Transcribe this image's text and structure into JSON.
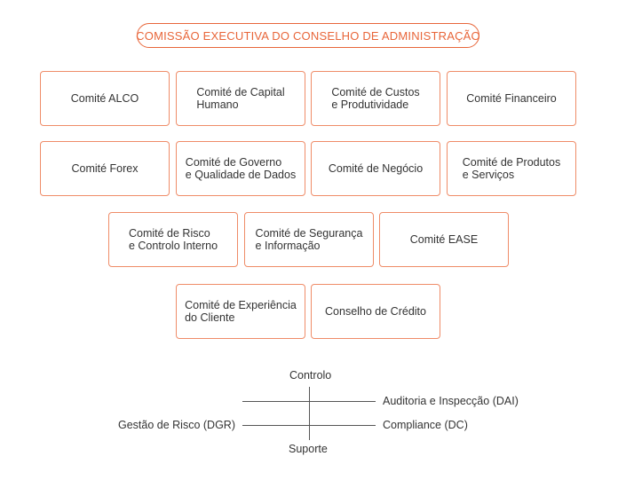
{
  "title": "COMISSÃO EXECUTIVA DO CONSELHO DE ADMINISTRAÇÃO",
  "committees": {
    "alco": "Comité ALCO",
    "capital_humano": "Comité de Capital\nHumano",
    "custos": "Comité de Custos\ne Produtividade",
    "financeiro": "Comité Financeiro",
    "forex": "Comité Forex",
    "governo_dados": "Comité de Governo\ne Qualidade de Dados",
    "negocio": "Comité de Negócio",
    "produtos": "Comité de Produtos\ne Serviços",
    "risco": "Comité de Risco\ne Controlo Interno",
    "seguranca": "Comité de Segurança\ne Informação",
    "ease": "Comité EASE",
    "experiencia": "Comité de Experiência\ndo Cliente",
    "credito": "Conselho de Crédito"
  },
  "axis": {
    "top": "Controlo",
    "bottom": "Suporte",
    "right_upper": "Auditoria e Inspecção (DAI)",
    "left_lower": "Gestão de Risco (DGR)",
    "right_lower": "Compliance (DC)"
  },
  "colors": {
    "accent": "#e8663a",
    "box_border": "#ef8c68",
    "text": "#333333"
  }
}
